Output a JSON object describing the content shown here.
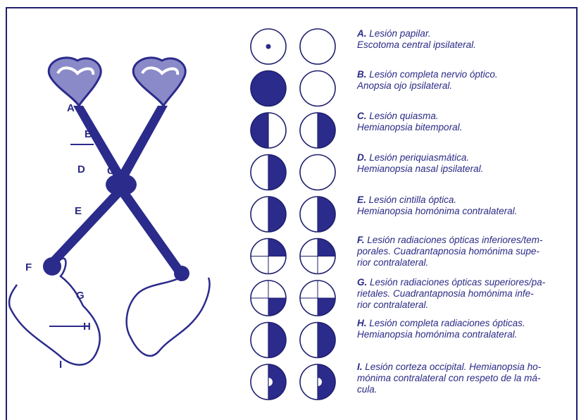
{
  "colors": {
    "ink": "#2a2a86",
    "fill": "#2b2b8c",
    "pale": "#8a8ac8",
    "border": "#1f1f6e"
  },
  "pathway_labels": {
    "a": "A",
    "b": "B",
    "c": "C",
    "d": "D",
    "e": "E",
    "f": "F",
    "g": "G",
    "h": "H",
    "i": "I"
  },
  "lesions": [
    {
      "key": "A.",
      "text": "Lesión papilar.",
      "line2": "Escotoma central ipsilateral.",
      "left_field": "center-dot",
      "right_field": "empty"
    },
    {
      "key": "B.",
      "text": "Lesión completa nervio óptico.",
      "line2": "Anopsia ojo ipsilateral.",
      "left_field": "full",
      "right_field": "empty"
    },
    {
      "key": "C.",
      "text": "Lesión quiasma.",
      "line2": "Hemianopsia bitemporal.",
      "left_field": "left-half",
      "right_field": "right-half"
    },
    {
      "key": "D.",
      "text": "Lesión periquiasmática.",
      "line2": "Hemianopsia nasal ipsilateral.",
      "left_field": "right-half",
      "right_field": "empty"
    },
    {
      "key": "E.",
      "text": "Lesión cintilla óptica.",
      "line2": "Hemianopsia homónima contralateral.",
      "left_field": "right-half",
      "right_field": "right-half"
    },
    {
      "key": "F.",
      "text": "Lesión radiaciones ópticas inferiores/tem-",
      "line2": "porales. Cuadrantapnosia homónima supe-",
      "line3": "rior contralateral.",
      "left_field": "upper-right",
      "right_field": "upper-right"
    },
    {
      "key": "G.",
      "text": "Lesión radiaciones ópticas superiores/pa-",
      "line2": "rietales. Cuadrantapnosia homónima infe-",
      "line3": "rior contralateral.",
      "left_field": "lower-right",
      "right_field": "lower-right"
    },
    {
      "key": "H.",
      "text": "Lesión completa radiaciones ópticas.",
      "line2": "Hemianopsia homónima contralateral.",
      "left_field": "right-half",
      "right_field": "right-half"
    },
    {
      "key": "I.",
      "text": "Lesión corteza occipital. Hemianopsia ho-",
      "line2": "mónima contralateral con respeto de la má-",
      "line3": "cula.",
      "left_field": "right-half-macula",
      "right_field": "right-half-macula"
    }
  ]
}
